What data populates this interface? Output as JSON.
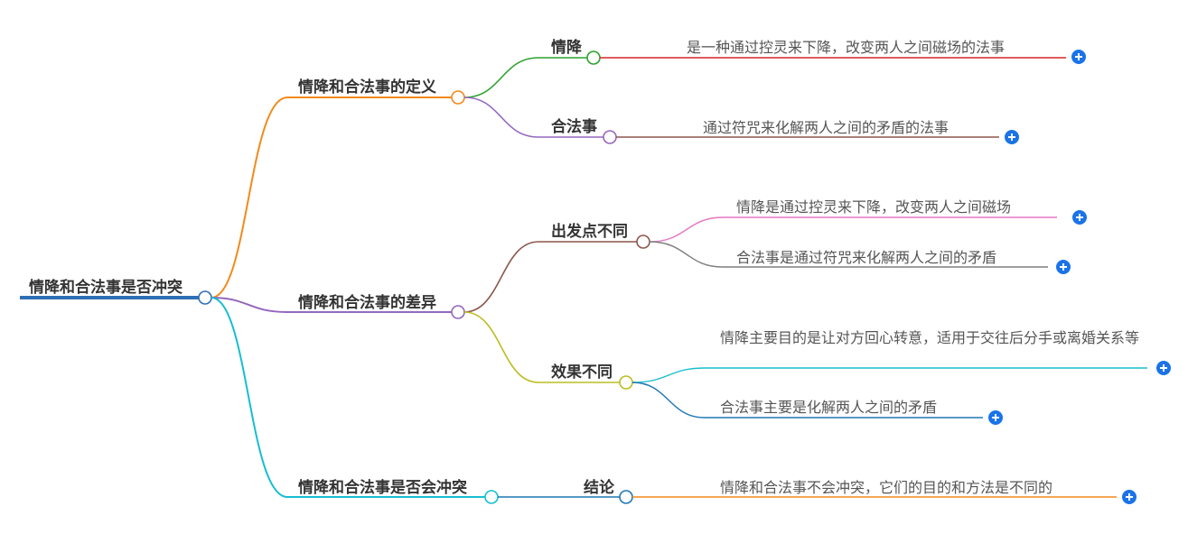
{
  "root": {
    "label": "情降和合法事是否冲突",
    "color": "#2e6fb5"
  },
  "branches": [
    {
      "label": "情降和合法事的定义",
      "color": "#f28a1c",
      "children": [
        {
          "label": "情降",
          "color": "#2ca02c",
          "leaves": [
            {
              "text": "是一种通过控灵来下降，改变两人之间磁场的法事",
              "color": "#d62728"
            }
          ]
        },
        {
          "label": "合法事",
          "color": "#9467bd",
          "leaves": [
            {
              "text": "通过符咒来化解两人之间的矛盾的法事",
              "color": "#8c564b"
            }
          ]
        }
      ]
    },
    {
      "label": "情降和合法事的差异",
      "color": "#9467bd",
      "children": [
        {
          "label": "出发点不同",
          "color": "#8c564b",
          "leaves": [
            {
              "text": "情降是通过控灵来下降，改变两人之间磁场",
              "color": "#e377c2"
            },
            {
              "text": "合法事是通过符咒来化解两人之间的矛盾",
              "color": "#7f7f7f"
            }
          ]
        },
        {
          "label": "效果不同",
          "color": "#bcbd22",
          "leaves": [
            {
              "text": "情降主要目的是让对方回心转意，适用于交往后分手或离婚关系等",
              "color": "#17becf"
            },
            {
              "text": "合法事主要是化解两人之间的矛盾",
              "color": "#1f77b4"
            }
          ]
        }
      ]
    },
    {
      "label": "情降和合法事是否会冲突",
      "color": "#17becf",
      "children": [
        {
          "label": "结论",
          "color": "#1f77b4",
          "leaves": [
            {
              "text": "情降和合法事不会冲突，它们的目的和方法是不同的",
              "color": "#f28a1c"
            }
          ]
        }
      ]
    }
  ],
  "expand_icon": "plus-circle-icon",
  "expand_color": "#1a73e8"
}
